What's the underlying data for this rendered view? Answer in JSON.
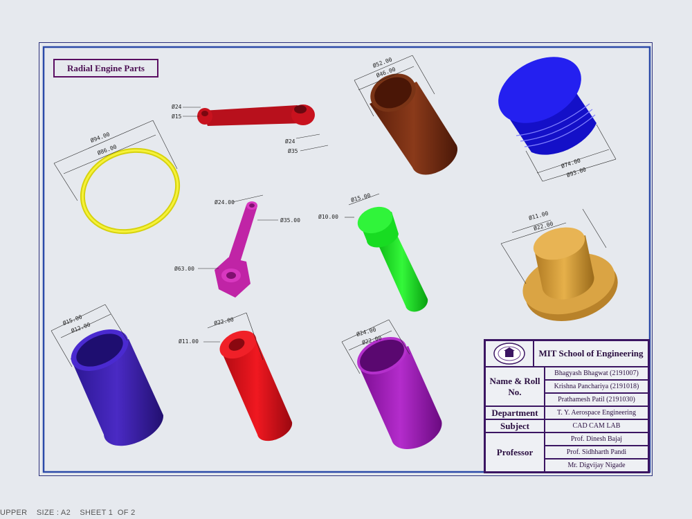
{
  "drawing_title": "Radial Engine Parts",
  "status_bar": "UPPER    SIZE : A2    SHEET 1  OF 2",
  "colors": {
    "ring": "#f2ee1a",
    "connecting_rod": "#c0121e",
    "liner": "#6a2a10",
    "piston": "#1410d8",
    "master_rod": "#c024a6",
    "gudgeon_pin": "#12e81c",
    "flange_bush": "#d9a23a",
    "sleeve_blue": "#3a1ea8",
    "sleeve_red": "#e0101a",
    "sleeve_purple": "#9a14b0",
    "frame": "#2b4aa8"
  },
  "dimensions": {
    "ring_outer": "Ø94.00",
    "ring_inner": "Ø86.00",
    "rod_small_1": "Ø24",
    "rod_small_2": "Ø15",
    "rod_big_1": "Ø24",
    "rod_big_2": "Ø35",
    "liner_outer": "Ø52.00",
    "liner_inner": "Ø46.00",
    "piston_1": "Ø74.00",
    "piston_2": "Ø93.00",
    "master_small": "Ø24.00",
    "master_mid": "Ø35.00",
    "master_big": "Ø63.00",
    "pin_outer": "Ø15.00",
    "pin_inner": "Ø10.00",
    "flange_1": "Ø11.00",
    "flange_2": "Ø22.00",
    "sleeve1_outer": "Ø15.00",
    "sleeve1_inner": "Ø12.00",
    "sleeve2_outer": "Ø22.00",
    "sleeve2_inner": "Ø11.00",
    "sleeve3_outer": "Ø24.00",
    "sleeve3_inner": "Ø22.00"
  },
  "title_block": {
    "school": "MIT School of Engineering",
    "name_label": "Name & Roll No.",
    "students": [
      "Bhagyash Bhagwat (2191007)",
      "Krishna Panchariya (2191018)",
      "Prathamesh Patil (2191030)"
    ],
    "department_label": "Department",
    "department": "T. Y. Aerospace Engineering",
    "subject_label": "Subject",
    "subject": "CAD CAM LAB",
    "professor_label": "Professor",
    "professors": [
      "Prof. Dinesh Bajaj",
      "Prof. Sidhharth Pandi",
      "Mr. Digvijay Nigade"
    ]
  }
}
